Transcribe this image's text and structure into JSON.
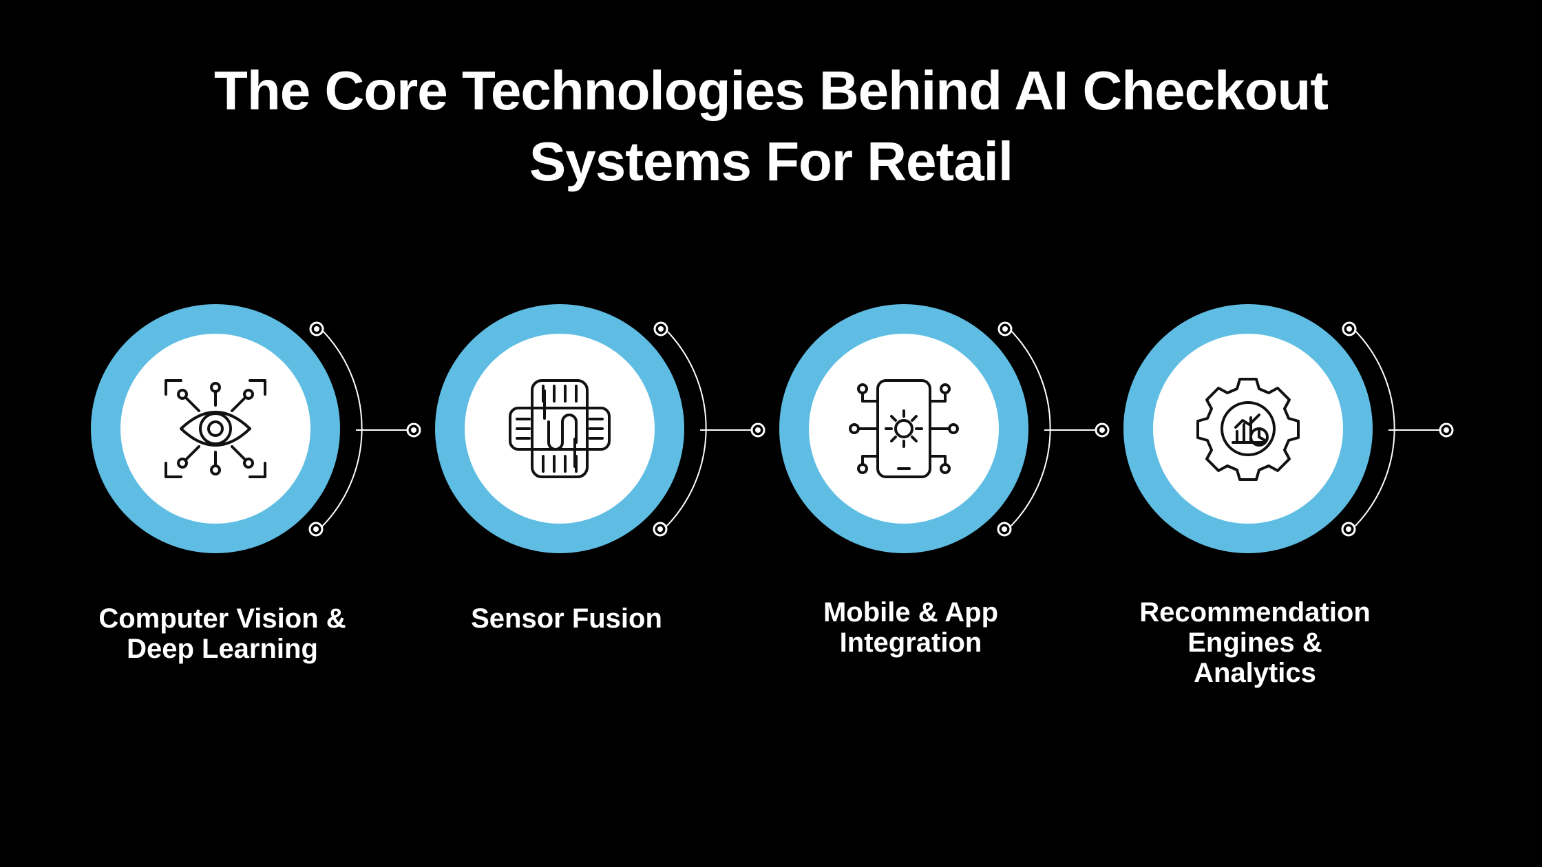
{
  "title": {
    "line1": "The Core Technologies Behind AI Checkout",
    "line2": "Systems For Retail"
  },
  "colors": {
    "background": "#000000",
    "ring": "#5fbde3",
    "inner": "#ffffff",
    "text": "#ffffff",
    "icon": "#111111"
  },
  "items": [
    {
      "label": "Computer Vision & Deep Learning",
      "icon": "eye-scan-icon"
    },
    {
      "label": "Sensor Fusion",
      "icon": "chip-icon"
    },
    {
      "label": "Mobile & App Integration",
      "icon": "smartphone-gear-icon"
    },
    {
      "label": "Recommendation Engines & Analytics",
      "icon": "gear-chart-icon"
    }
  ]
}
